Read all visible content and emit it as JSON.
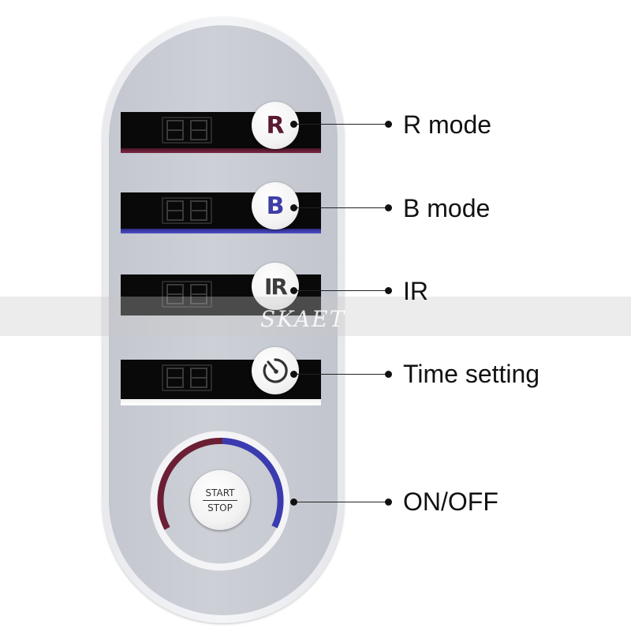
{
  "buttons": {
    "r": "R",
    "b": "B",
    "ir_i": "I",
    "ir_r": "R",
    "start": "START",
    "stop": "STOP"
  },
  "labels": {
    "r_mode": "R mode",
    "b_mode": "B mode",
    "ir": "IR",
    "time_setting": "Time setting",
    "on_off": "ON/OFF"
  },
  "icons": {
    "time": "timer-icon"
  },
  "watermark": "SKAET",
  "colors": {
    "r_accent": "#5a1a33",
    "b_accent": "#3f3ea6",
    "ring_red": "#6b1f35",
    "ring_blue": "#3b3bb0",
    "panel": "#cdd0d7",
    "lcd": "#090909"
  }
}
